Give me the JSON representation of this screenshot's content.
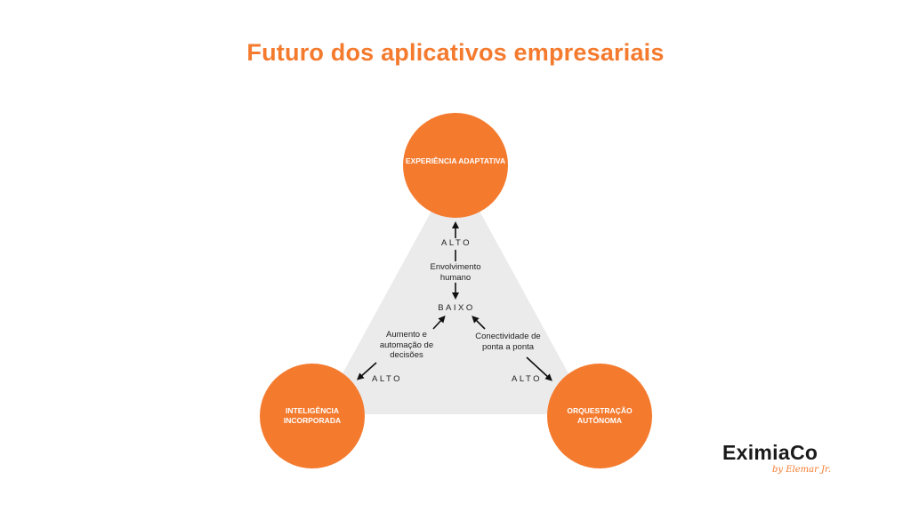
{
  "title": "Futuro dos aplicativos empresariais",
  "colors": {
    "accent": "#F47A2E",
    "triangle": "#EBEBEB",
    "text": "#222222"
  },
  "nodes": {
    "top": "EXPERIÊNCIA ADAPTATIVA",
    "left": "INTELIGÊNCIA INCORPORADA",
    "right": "ORQUESTRAÇÃO AUTÔNOMA"
  },
  "center_label": "BAIXO",
  "axes": {
    "vertical": {
      "high": "ALTO",
      "label": "Envolvimento humano"
    },
    "left": {
      "high": "ALTO",
      "label": "Aumento e automação de decisões"
    },
    "right": {
      "high": "ALTO",
      "label": "Conectividade de ponta a ponta"
    }
  },
  "logo": {
    "name": "EximiaCo",
    "tagline": "by Elemar Jr."
  }
}
